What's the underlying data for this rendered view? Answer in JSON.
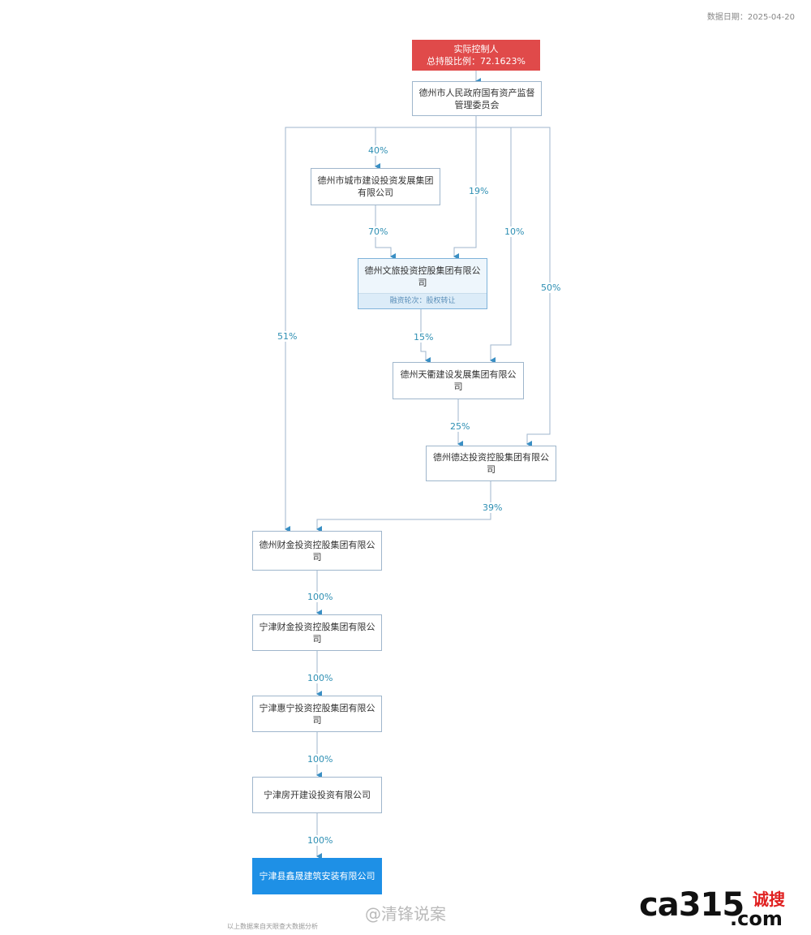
{
  "header": {
    "date": "数据日期：2025-04-20"
  },
  "controller": {
    "line1": "实际控制人",
    "line2": "总持股比例：72.1623%"
  },
  "nodes": {
    "n0": "德州市人民政府国有资产监督管理委员会",
    "n1": "德州市城市建设投资发展集团有限公司",
    "n2": "德州文旅投资控股集团有限公司",
    "n2_tags": "融资轮次：股权转让",
    "n3": "德州天衢建设发展集团有限公司",
    "n4": "德州德达投资控股集团有限公司",
    "n5": "德州财金投资控股集团有限公司",
    "n6": "宁津财金投资控股集团有限公司",
    "n7": "宁津惠宁投资控股集团有限公司",
    "n8": "宁津房开建设投资有限公司",
    "n9": "宁津县鑫晟建筑安装有限公司"
  },
  "edges": {
    "e40": "40%",
    "e19": "19%",
    "e10": "10%",
    "e50": "50%",
    "e51": "51%",
    "e70": "70%",
    "e15": "15%",
    "e25": "25%",
    "e39": "39%",
    "e100a": "100%",
    "e100b": "100%",
    "e100c": "100%",
    "e100d": "100%"
  },
  "footer": {
    "note": "以上数据来自天眼查大数据分析",
    "watermark": "@清锋说案",
    "logo": "ca315",
    "logo_cn": "诚搜",
    "logo_com": ".com"
  },
  "colors": {
    "line": "#9fb6cc",
    "arrow": "#3a8fc4",
    "target": "#1e90e6",
    "controller": "#e04a4a",
    "pct": "#2e8fb3"
  }
}
